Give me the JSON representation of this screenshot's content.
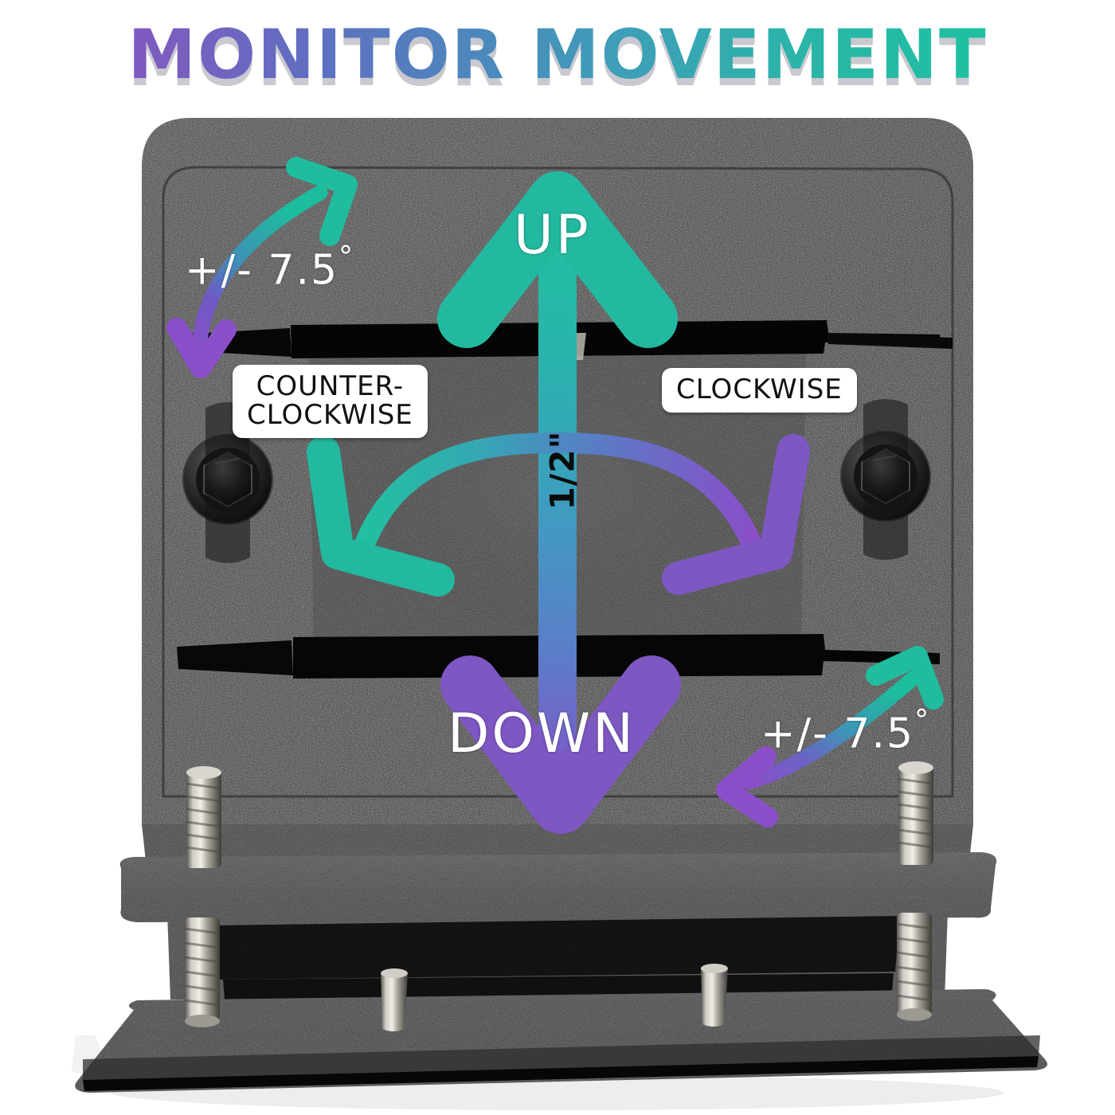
{
  "page": {
    "title": "MONITOR MOVEMENT",
    "background_color": "#ffffff"
  },
  "theme": {
    "gradient_start": "#8b4fbd",
    "gradient_mid": "#4d86bd",
    "gradient_end": "#1fc4a0",
    "teal": "#23b9a0",
    "purple": "#7d57c2",
    "bracket_black": "#1b1b1b",
    "chip_white": "#ffffff",
    "label_white": "#ffffff",
    "title_shadow": "#c9c9cf"
  },
  "annotations": {
    "tilt_left": {
      "label": "+/- 7.5",
      "degree_symbol": "°",
      "icon": "curved-double-arrow-icon"
    },
    "tilt_right": {
      "label": "+/- 7.5",
      "degree_symbol": "°",
      "icon": "curved-double-arrow-icon"
    },
    "up": {
      "label": "UP",
      "icon": "arrow-up-icon"
    },
    "down": {
      "label": "DOWN",
      "icon": "arrow-down-icon"
    },
    "travel": {
      "label": "1/2\"",
      "icon": "vertical-travel-arrow-icon"
    },
    "counter_clockwise": {
      "label": "COUNTER-\nCLOCKWISE",
      "icon": "rotate-ccw-icon"
    },
    "clockwise": {
      "label": "CLOCKWISE",
      "icon": "rotate-cw-icon"
    }
  },
  "hardware": {
    "pivot_bolt_left": "hex-socket-bolt",
    "pivot_bolt_right": "hex-socket-bolt",
    "base_studs": 4
  }
}
